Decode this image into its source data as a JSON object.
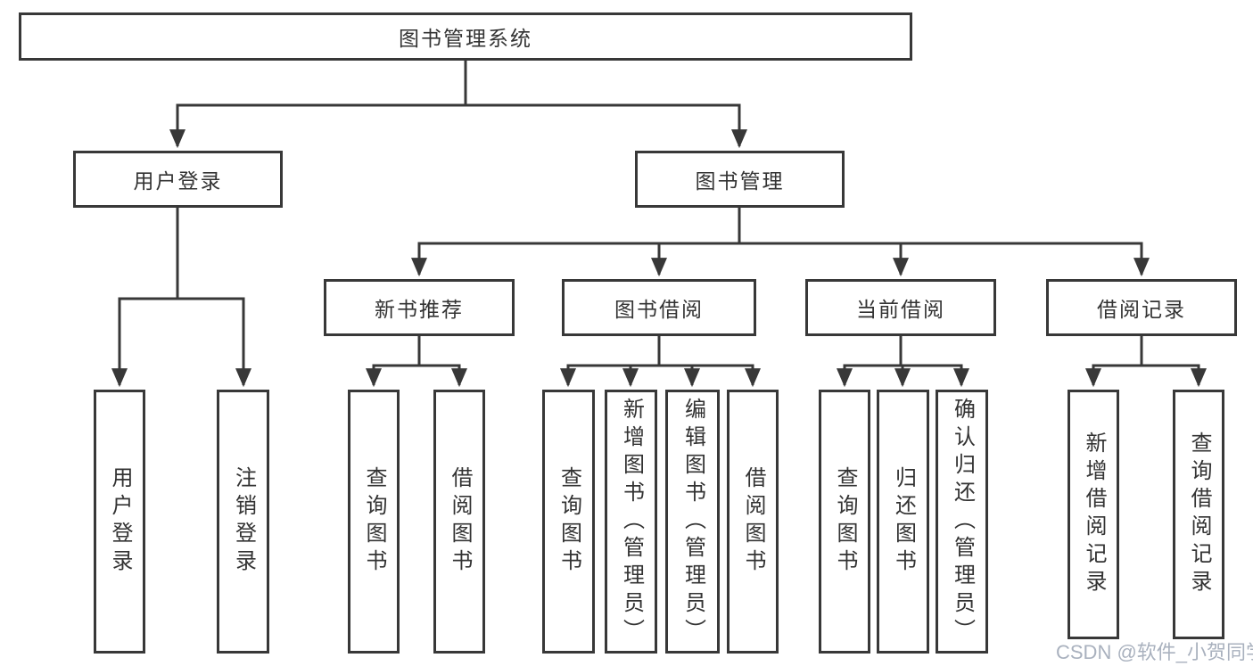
{
  "diagram": {
    "nodes": {
      "root": {
        "label": "图书管理系统"
      },
      "level2": [
        {
          "label": "用户登录"
        },
        {
          "label": "图书管理"
        }
      ],
      "level3": [
        {
          "label": "新书推荐"
        },
        {
          "label": "图书借阅"
        },
        {
          "label": "当前借阅"
        },
        {
          "label": "借阅记录"
        }
      ],
      "leaves": {
        "user_login": [
          {
            "label": "用户登录"
          },
          {
            "label": "注销登录"
          }
        ],
        "new_book_recommend": [
          {
            "label": "查询图书"
          },
          {
            "label": "借阅图书"
          }
        ],
        "book_borrowing": [
          {
            "label": "查询图书"
          },
          {
            "label": "新增图书（管理员）"
          },
          {
            "label": "编辑图书（管理员）"
          },
          {
            "label": "借阅图书"
          }
        ],
        "current_borrowing": [
          {
            "label": "查询图书"
          },
          {
            "label": "归还图书"
          },
          {
            "label": "确认归还（管理员）"
          }
        ],
        "borrowing_records": [
          {
            "label": "新增借阅记录"
          },
          {
            "label": "查询借阅记录"
          }
        ]
      }
    },
    "colors": {
      "line": "#383838",
      "text": "#333333",
      "box_background": "#ffffff",
      "watermark": "#a4adbb"
    },
    "watermark": "CSDN @软件_小贺同学"
  }
}
